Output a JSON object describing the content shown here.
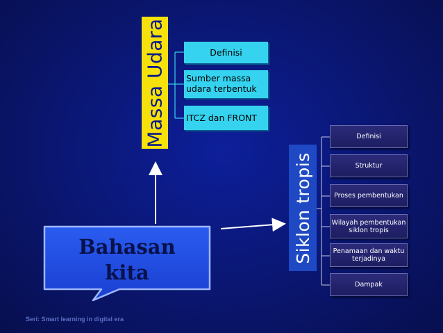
{
  "massa_udara": {
    "title": "Massa Udara",
    "items": [
      {
        "label": "Definisi"
      },
      {
        "label": "Sumber massa udara terbentuk"
      },
      {
        "label": "ITCZ dan FRONT"
      }
    ]
  },
  "siklon_tropis": {
    "title": "Siklon tropis",
    "items": [
      {
        "label": "Definisi"
      },
      {
        "label": "Struktur"
      },
      {
        "label": "Proses pembentukan"
      },
      {
        "label": "Wilayah pembentukan siklon tropis"
      },
      {
        "label": "Penamaan dan waktu terjadinya"
      },
      {
        "label": "Dampak"
      }
    ]
  },
  "center": {
    "label": "Bahasan kita"
  },
  "footer": {
    "text": "Seri: Smart learning in digital era"
  },
  "colors": {
    "background": "#0a1670",
    "massa_udara_title_bg": "#f6e10a",
    "massa_udara_item_bg": "#35d3ef",
    "siklon_title_bg": "#1f49c4",
    "siklon_item_bg": "#23236c",
    "callout_bg": "#1f4fe0"
  }
}
